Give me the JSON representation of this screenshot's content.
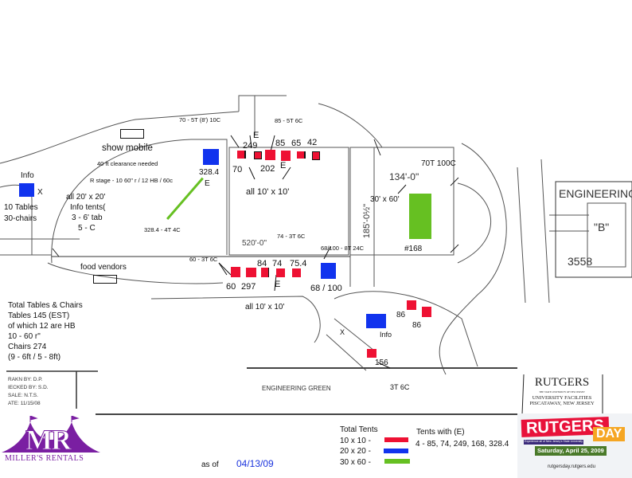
{
  "colors": {
    "tent_10x10": "#ee1133",
    "tent_20x20": "#1133ee",
    "tent_30x60": "#66c022",
    "date": "#1a33dd",
    "millers": "#7a1fa2"
  },
  "top_area": {
    "callout_70": "70 - 5T (8') 10C",
    "label_e_249": "E",
    "label_249": "249",
    "callout_85": "85 - 5T 6C",
    "label_85": "85",
    "label_65": "65",
    "label_42": "42",
    "label_70": "70",
    "label_202": "202",
    "label_e_202": "E",
    "all_10x10": "all 10' x 10'",
    "label_3284": "328.4",
    "label_e_3284": "E",
    "callout_3284": "328.4 - 4T 4C"
  },
  "stage": {
    "show_mobile": "show mobile",
    "clearance": "40 ft clearance needed",
    "r_stage": "R stage - 10 60\" r / 12 HB / 60c"
  },
  "info_left": {
    "info": "Info",
    "x": "X",
    "tables": "10 Tables",
    "chairs": "30-chairs",
    "all_20x20": "all 20' x 20'",
    "info_tents": "Info tents(",
    "tab": "3 - 6' tab",
    "c": "5 - C"
  },
  "bottom_row": {
    "callout_74": "74 - 3T 6C",
    "dimension": "520'-0\"",
    "callout_60": "60 - 3T 6C",
    "label_84": "84",
    "label_74": "74",
    "label_754": "75.4",
    "callout_68": "68/100 - 8T 24C",
    "label_60": "60",
    "label_297": "297",
    "label_e": "E",
    "label_68_100": "68 / 100",
    "all_10x10": "all 10' x 10'",
    "food_vendors": "food vendors"
  },
  "totals": {
    "lines": [
      "Total Tables & Chairs",
      "Tables 145 (EST)",
      "of which 12 are HB",
      "10 - 60 r\"",
      "Chairs 274",
      "(9 - 6ft  / 5 - 8ft)"
    ]
  },
  "right_area": {
    "callout_168": "70T  100C",
    "width_dim": "134'-0\"",
    "size": "30' x 60'",
    "height_dim": "185'-0½\"",
    "label_168": "#168",
    "engineering": "ENGINEERING",
    "building_b": "\"B\"",
    "building_no": "3558",
    "label_86a": "86",
    "label_86b": "86",
    "info": "Info",
    "x": "X",
    "label_156": "156",
    "callout_156": "3T 6C"
  },
  "engineering_green": "ENGINEERING GREEN",
  "title_block": [
    "RAKN BY: D.P.",
    "IECKED BY: S.D.",
    "SALE: N.T.S.",
    "ATE: 11/15/08"
  ],
  "rutgers_block": {
    "name": "RUTGERS",
    "tagline": "THE STATE UNIVERSITY OF NEW JERSEY",
    "line1": "UNIVERSITY FACILITIES",
    "line2": "PISCATAWAY, NEW JERSEY"
  },
  "rutgers_day": {
    "title": "RUTGERS",
    "day": "DAY",
    "sub": "Experience all of New Jersey's State University",
    "date": "Saturday, April 25, 2009",
    "url": "rutgersday.rutgers.edu"
  },
  "legend": {
    "title": "Total Tents",
    "items": [
      {
        "label": "10 x 10 -"
      },
      {
        "label": "20 x 20 -"
      },
      {
        "label": "30 x 60 -"
      }
    ],
    "e_title": "Tents with (E)",
    "e_list": "4 - 85, 74, 249, 168, 328.4"
  },
  "as_of": {
    "label": "as of",
    "date": "04/13/09"
  },
  "millers": {
    "mark": "MR",
    "name": "MILLER'S RENTALS"
  }
}
